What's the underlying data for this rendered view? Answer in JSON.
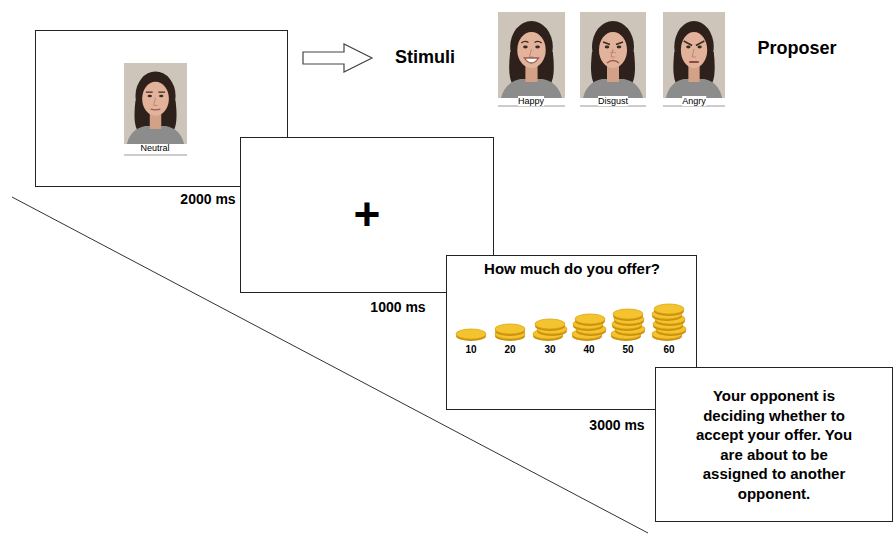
{
  "diagram": {
    "nodes": [
      {
        "text": [
          "Neutral"
        ]
      },
      {
        "text": [
          "+"
        ]
      },
      {
        "text": [
          "How much do you offer?",
          "10",
          "20",
          "30",
          "40",
          "50",
          "60"
        ]
      },
      {
        "text": [
          "Your opponent is deciding whether to accept your offer. You are about to be assigned to another opponent."
        ]
      }
    ],
    "labels": [
      "Stimuli",
      "Happy",
      "Disgust",
      "Angry",
      "Proposer",
      "2000 ms",
      "1000 ms",
      "3000 ms"
    ]
  }
}
